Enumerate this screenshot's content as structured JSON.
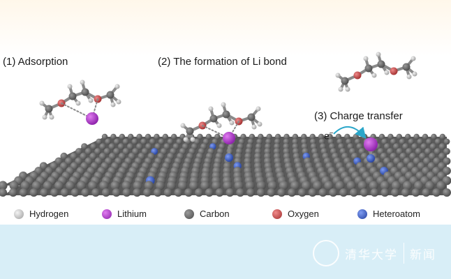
{
  "steps": {
    "adsorption": "(1) Adsorption",
    "formation": "(2) The formation of Li bond",
    "charge_transfer": "(3) Charge transfer",
    "electron": "e",
    "electron_sup": "−"
  },
  "legend": [
    {
      "label": "Hydrogen",
      "color": "#c9c9c9"
    },
    {
      "label": "Lithium",
      "color": "#b03cc8"
    },
    {
      "label": "Carbon",
      "color": "#6e6e6e"
    },
    {
      "label": "Oxygen",
      "color": "#c94b4b"
    },
    {
      "label": "Heteroatom",
      "color": "#3a5bc8"
    }
  ],
  "colors": {
    "background_top": "#fff7ea",
    "background_bottom": "#d6eef8",
    "carbon": "#6e6e6e",
    "lithium": "#b03cc8",
    "oxygen": "#c94b4b",
    "hydrogen": "#c9c9c9",
    "heteroatom": "#3a5bc8",
    "arrow": "#2aa6c9"
  },
  "watermark": {
    "name": "清华大学",
    "sub": "新闻"
  }
}
